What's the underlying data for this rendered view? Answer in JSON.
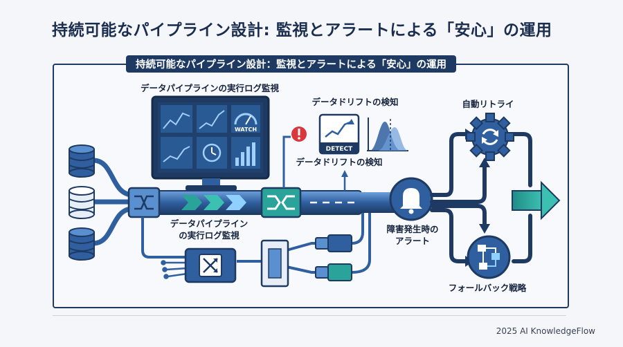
{
  "title": "持続可能なパイプライン設計: 監視とアラートによる「安心」の運用",
  "frame_title": "持続可能なパイプライン設計：監視とアラートによる「安心」の運用",
  "labels": {
    "monitor_top": "データパイプラインの実行ログ監視",
    "monitor_bottom_line1": "データパイプライン",
    "monitor_bottom_line2": "の実行ログ監視",
    "drift_top": "データドリフトの検知",
    "drift_bottom": "データドリフトの検知",
    "retry": "自動リトライ",
    "alert_line1": "障害発生時の",
    "alert_line2": "アラート",
    "fallback": "フォールバック戦略",
    "watch": "WATCH",
    "detect": "DETECT"
  },
  "colors": {
    "navy": "#1e3a63",
    "blue": "#2f5f9e",
    "light_blue": "#5a8fd0",
    "teal": "#2aa39a",
    "alert_red": "#d9363e"
  },
  "icons": [
    "database-icon",
    "monitor-icon",
    "warning-icon",
    "bell-icon",
    "gear-refresh-icon",
    "fallback-icon",
    "shuffle-icon"
  ],
  "footer": "2025 AI KnowledgeFlow"
}
